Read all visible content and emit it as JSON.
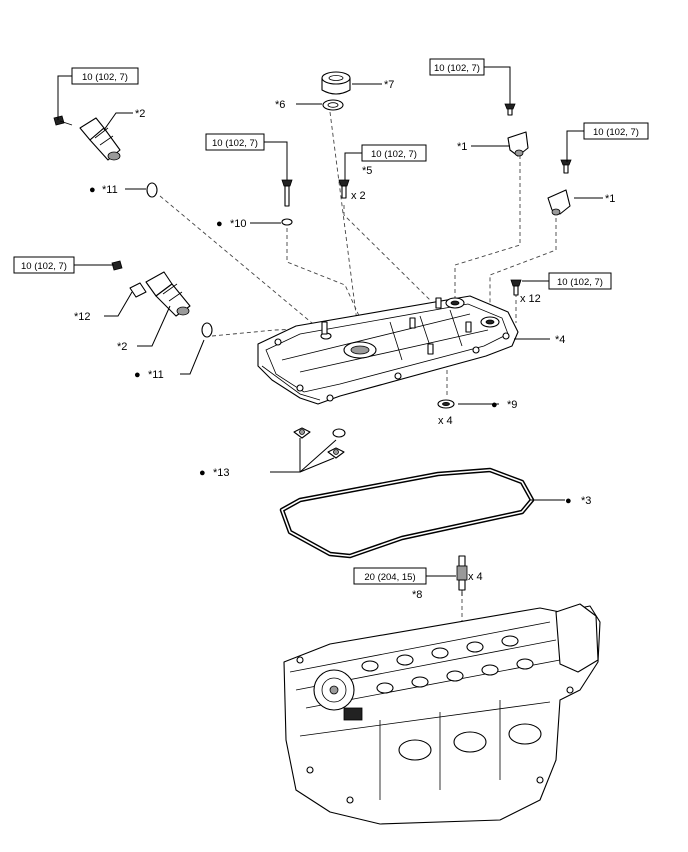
{
  "callouts": {
    "c1a": "*1",
    "c1b": "*1",
    "c2a": "*2",
    "c2b": "*2",
    "c3": "*3",
    "c4": "*4",
    "c5": "*5",
    "c6": "*6",
    "c7": "*7",
    "c8": "*8",
    "c9": "*9",
    "c10": "*10",
    "c11a": "*11",
    "c11b": "*11",
    "c12": "*12",
    "c13": "*13"
  },
  "torques": {
    "t1": "10 (102, 7)",
    "t2": "10 (102, 7)",
    "t3": "10 (102, 7)",
    "t4": "10 (102, 7)",
    "t5": "10 (102, 7)",
    "t6": "10 (102, 7)",
    "t7": "10 (102, 7)",
    "t8": "20 (204, 15)"
  },
  "quantities": {
    "q_bolt5": "x 2",
    "q_bolt12": "x 12",
    "q_seal9": "x 4",
    "q_plug8": "x 4"
  },
  "bullet_symbol": "●"
}
